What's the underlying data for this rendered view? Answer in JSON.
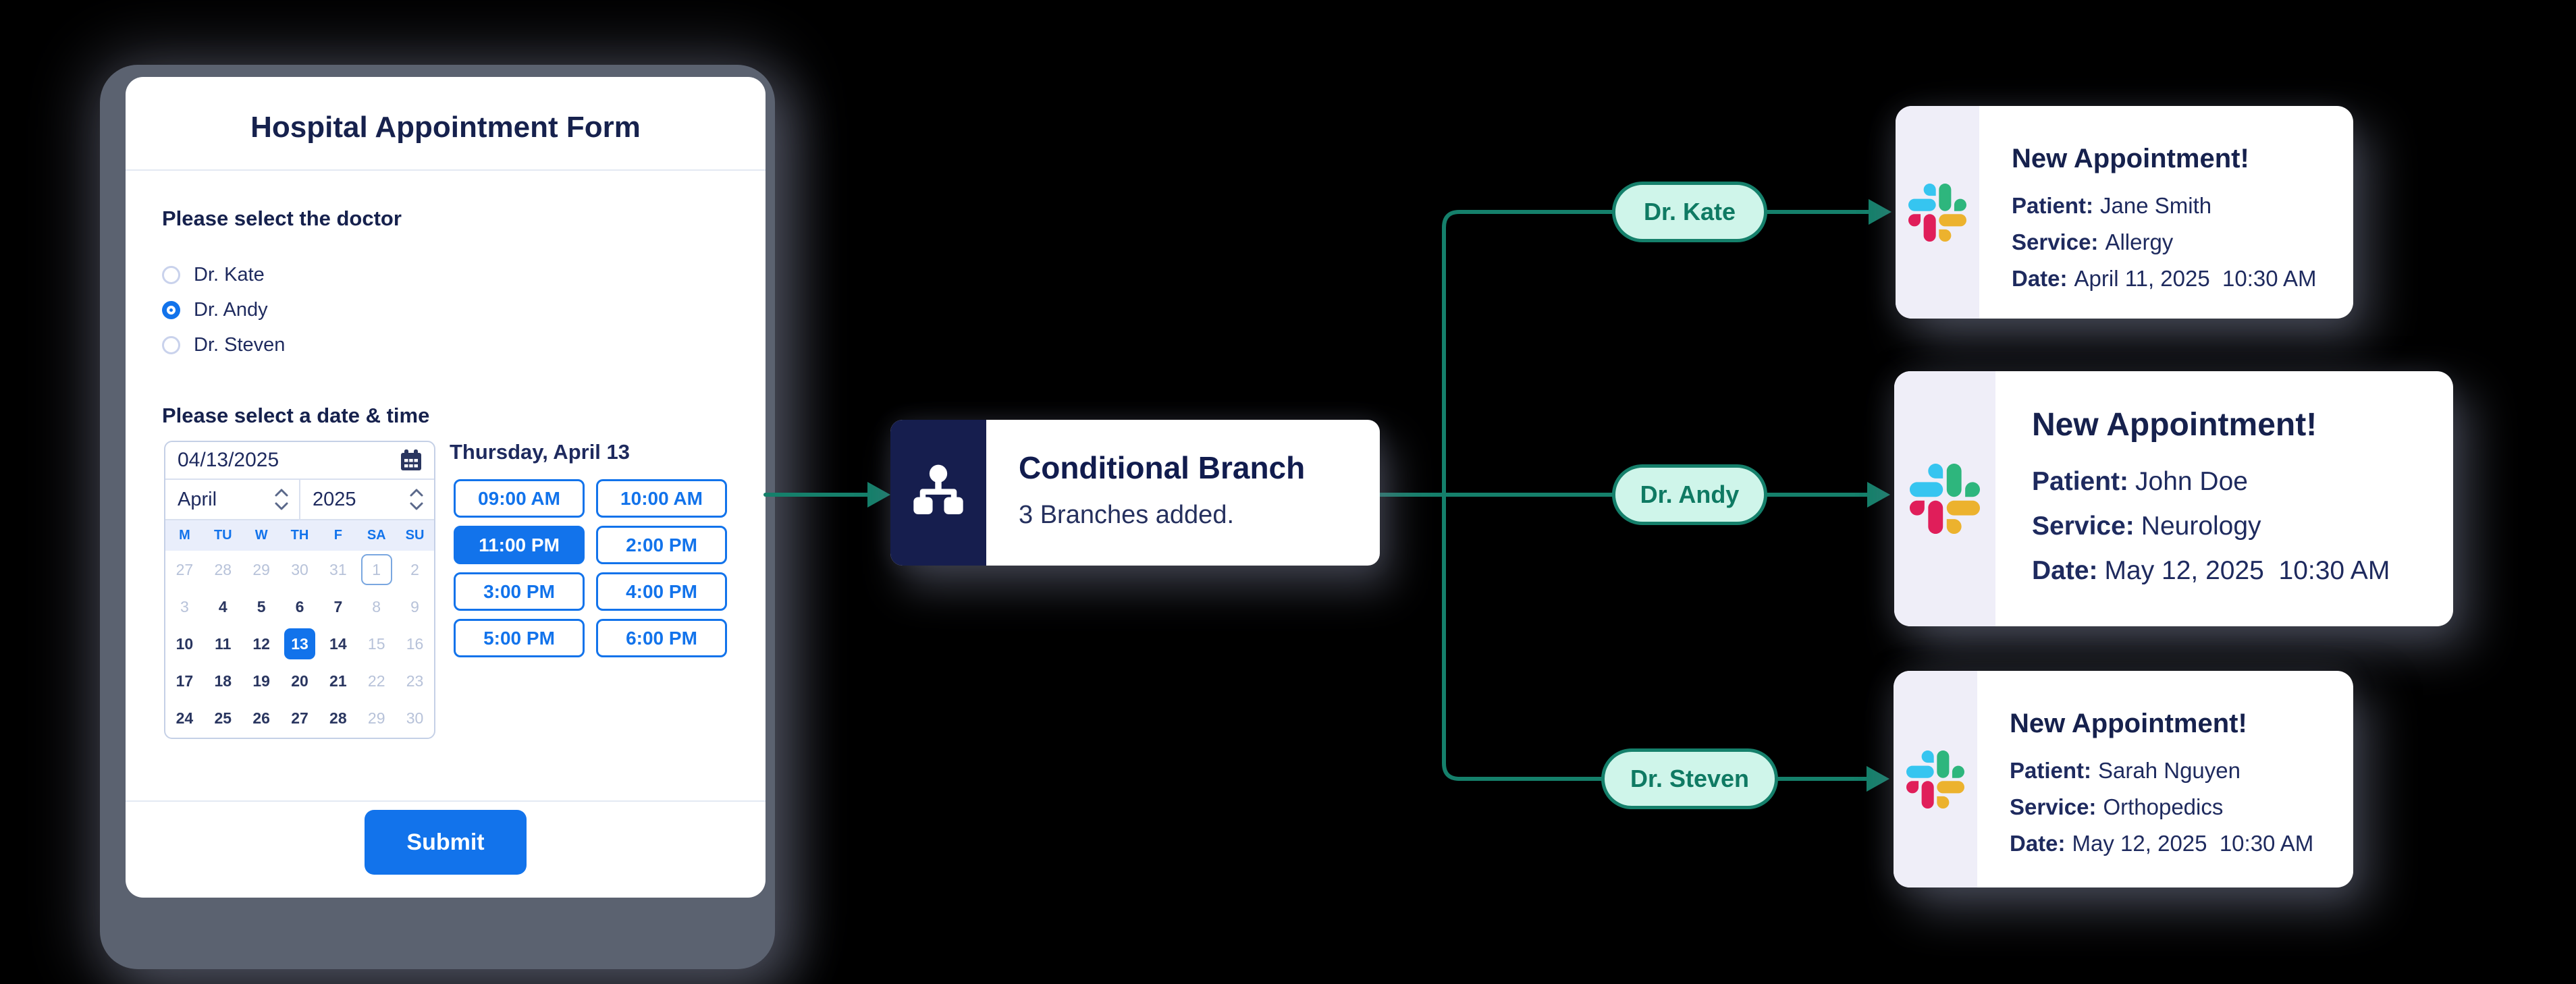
{
  "form": {
    "title": "Hospital Appointment Form",
    "doctor_section": {
      "label": "Please select the doctor",
      "options": [
        {
          "label": "Dr. Kate",
          "selected": false
        },
        {
          "label": "Dr. Andy",
          "selected": true
        },
        {
          "label": "Dr. Steven",
          "selected": false
        }
      ]
    },
    "datetime_section": {
      "label": "Please select a date & time",
      "date_value": "04/13/2025",
      "month": "April",
      "year": "2025",
      "weekdays": [
        "M",
        "TU",
        "W",
        "TH",
        "F",
        "SA",
        "SU"
      ],
      "days": [
        {
          "label": "27",
          "state": "muted"
        },
        {
          "label": "28",
          "state": "muted"
        },
        {
          "label": "29",
          "state": "muted"
        },
        {
          "label": "30",
          "state": "muted"
        },
        {
          "label": "31",
          "state": "muted"
        },
        {
          "label": "1",
          "state": "today"
        },
        {
          "label": "2",
          "state": "muted"
        },
        {
          "label": "3",
          "state": "muted"
        },
        {
          "label": "4",
          "state": "active"
        },
        {
          "label": "5",
          "state": "active"
        },
        {
          "label": "6",
          "state": "active"
        },
        {
          "label": "7",
          "state": "active"
        },
        {
          "label": "8",
          "state": "muted"
        },
        {
          "label": "9",
          "state": "muted"
        },
        {
          "label": "10",
          "state": "active"
        },
        {
          "label": "11",
          "state": "active"
        },
        {
          "label": "12",
          "state": "active"
        },
        {
          "label": "13",
          "state": "selected"
        },
        {
          "label": "14",
          "state": "active"
        },
        {
          "label": "15",
          "state": "muted"
        },
        {
          "label": "16",
          "state": "muted"
        },
        {
          "label": "17",
          "state": "active"
        },
        {
          "label": "18",
          "state": "active"
        },
        {
          "label": "19",
          "state": "active"
        },
        {
          "label": "20",
          "state": "active"
        },
        {
          "label": "21",
          "state": "active"
        },
        {
          "label": "22",
          "state": "muted"
        },
        {
          "label": "23",
          "state": "muted"
        },
        {
          "label": "24",
          "state": "active"
        },
        {
          "label": "25",
          "state": "active"
        },
        {
          "label": "26",
          "state": "active"
        },
        {
          "label": "27",
          "state": "active"
        },
        {
          "label": "28",
          "state": "active"
        },
        {
          "label": "29",
          "state": "muted"
        },
        {
          "label": "30",
          "state": "muted"
        }
      ],
      "selected_day_label": "Thursday, April 13",
      "time_slots": [
        {
          "label": "09:00 AM",
          "selected": false
        },
        {
          "label": "10:00 AM",
          "selected": false
        },
        {
          "label": "11:00 PM",
          "selected": true
        },
        {
          "label": "2:00 PM",
          "selected": false
        },
        {
          "label": "3:00 PM",
          "selected": false
        },
        {
          "label": "4:00 PM",
          "selected": false
        },
        {
          "label": "5:00 PM",
          "selected": false
        },
        {
          "label": "6:00 PM",
          "selected": false
        }
      ]
    },
    "submit_label": "Submit"
  },
  "workflow": {
    "node": {
      "title": "Conditional Branch",
      "subtitle": "3 Branches added.",
      "icon": "org-chart-icon"
    },
    "branches": [
      {
        "label": "Dr. Kate"
      },
      {
        "label": "Dr. Andy"
      },
      {
        "label": "Dr. Steven"
      }
    ]
  },
  "notifications": [
    {
      "app_icon": "slack-icon",
      "title": "New Appointment!",
      "fields": [
        {
          "label": "Patient:",
          "value": "Jane Smith"
        },
        {
          "label": "Service:",
          "value": "Allergy"
        },
        {
          "label": "Date:",
          "value": "April 11, 2025  10:30 AM"
        }
      ]
    },
    {
      "app_icon": "slack-icon",
      "title": "New Appointment!",
      "fields": [
        {
          "label": "Patient:",
          "value": "John Doe"
        },
        {
          "label": "Service:",
          "value": "Neurology"
        },
        {
          "label": "Date:",
          "value": "May 12, 2025  10:30 AM"
        }
      ]
    },
    {
      "app_icon": "slack-icon",
      "title": "New Appointment!",
      "fields": [
        {
          "label": "Patient:",
          "value": "Sarah Nguyen"
        },
        {
          "label": "Service:",
          "value": "Orthopedics"
        },
        {
          "label": "Date:",
          "value": "May 12, 2025  10:30 AM"
        }
      ]
    }
  ],
  "icons": {
    "date_input": "calendar-icon",
    "month_stepper": "chevron-up-down-icon",
    "year_stepper": "chevron-up-down-icon",
    "connector_arrows": "arrow-right-icon"
  },
  "colors": {
    "accent_blue": "#1273eb",
    "navy_text": "#16214d",
    "node_navy": "#161e4e",
    "connector_teal": "#15806b",
    "pill_bg": "#cff5ea",
    "strip_lavender": "#efeef8",
    "tablet_grey": "#5b6270",
    "slack_blue": "#36C5F0",
    "slack_green": "#2EB67D",
    "slack_red": "#E01E5A",
    "slack_yellow": "#ECB22E"
  }
}
